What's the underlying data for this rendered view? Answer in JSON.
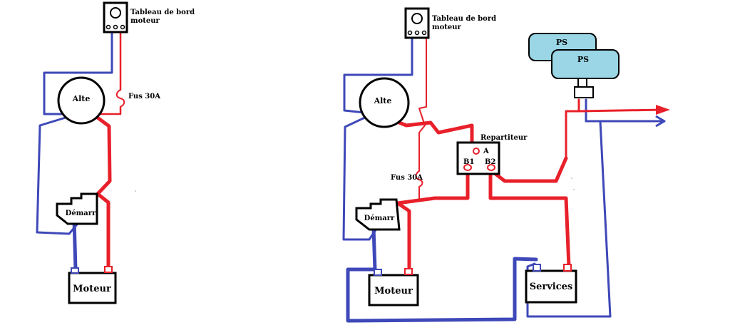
{
  "colors": {
    "positive": "#e8202a",
    "negative": "#3e48b8",
    "panel_fill": "#9ad6e6"
  },
  "left_diagram": {
    "dashboard_label_line1": "Tableau de bord",
    "dashboard_label_line2": "moteur",
    "alternator_label": "Alte",
    "fuse_label": "Fus 30A",
    "starter_label": "Démarr",
    "engine_battery_label": "Moteur"
  },
  "right_diagram": {
    "dashboard_label_line1": "Tableau de bord",
    "dashboard_label_line2": "moteur",
    "alternator_label": "Alte",
    "fuse_label": "Fus 30A",
    "starter_label": "Démarr",
    "splitter_label": "Repartiteur",
    "splitter_terminal_a": "A",
    "splitter_terminal_b1": "B1",
    "splitter_terminal_b2": "B2",
    "engine_battery_label": "Moteur",
    "service_battery_label": "Services",
    "solar_panel_1_label": "PS",
    "solar_panel_2_label": "PS"
  }
}
